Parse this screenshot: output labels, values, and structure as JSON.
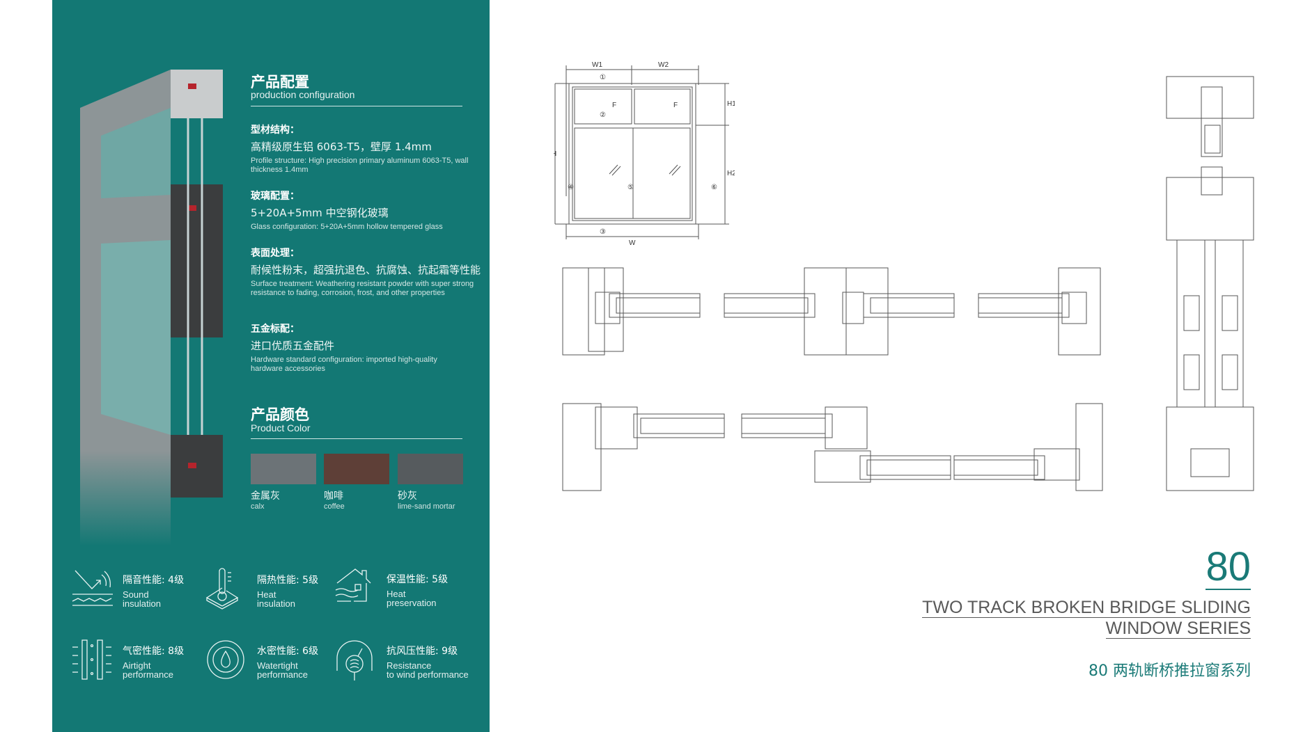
{
  "config": {
    "title_cn": "产品配置",
    "title_en": "production configuration",
    "sections": [
      {
        "label": "型材结构：",
        "cn": "高精级原生铝 6063-T5，壁厚 1.4mm",
        "en": "Profile structure: High precision primary aluminum 6063-T5, wall thickness 1.4mm"
      },
      {
        "label": "玻璃配置：",
        "cn": "5+20A+5mm 中空钢化玻璃",
        "en": "Glass configuration: 5+20A+5mm hollow tempered glass"
      },
      {
        "label": "表面处理：",
        "cn": "耐候性粉末，超强抗退色、抗腐蚀、抗起霜等性能",
        "en": "Surface treatment: Weathering resistant powder with super strong resistance to fading, corrosion, frost, and other properties"
      },
      {
        "label": "五金标配：",
        "cn": "进口优质五金配件",
        "en": "Hardware standard configuration: imported high-quality hardware accessories"
      }
    ]
  },
  "colors": {
    "title_cn": "产品颜色",
    "title_en": "Product Color",
    "swatches": [
      {
        "cn": "金属灰",
        "en": "calx",
        "hex": "#6c7377"
      },
      {
        "cn": "咖啡",
        "en": "coffee",
        "hex": "#5e3f37"
      },
      {
        "cn": "砂灰",
        "en": "lime-sand mortar",
        "hex": "#565b5e"
      }
    ]
  },
  "performance": [
    {
      "cn": "隔音性能: 4级",
      "en1": "Sound",
      "en2": "insulation",
      "icon": "sound-icon"
    },
    {
      "cn": "隔热性能: 5级",
      "en1": "Heat",
      "en2": "insulation",
      "icon": "thermometer-icon"
    },
    {
      "cn": "保温性能: 5级",
      "en1": "Heat",
      "en2": "preservation",
      "icon": "house-icon"
    },
    {
      "cn": "气密性能: 8级",
      "en1": "Airtight",
      "en2": "performance",
      "icon": "airtight-icon"
    },
    {
      "cn": "水密性能: 6级",
      "en1": "Watertight",
      "en2": "performance",
      "icon": "water-drop-icon"
    },
    {
      "cn": "抗风压性能: 9级",
      "en1": "Resistance",
      "en2": "to wind performance",
      "icon": "wind-gauge-icon"
    }
  ],
  "drawing": {
    "w1": "W1",
    "w2": "W2",
    "w": "W",
    "h": "H",
    "h1": "H1",
    "h2": "H2",
    "fixed": "F",
    "n1": "①",
    "n2": "②",
    "n3": "③",
    "n4": "④",
    "n5": "⑤",
    "n6": "⑥"
  },
  "series": {
    "number": "80",
    "title_line1": "TWO TRACK BROKEN BRIDGE SLIDING",
    "title_line2": "WINDOW SERIES",
    "title_cn": "80 两轨断桥推拉窗系列"
  },
  "accent": "#137874"
}
